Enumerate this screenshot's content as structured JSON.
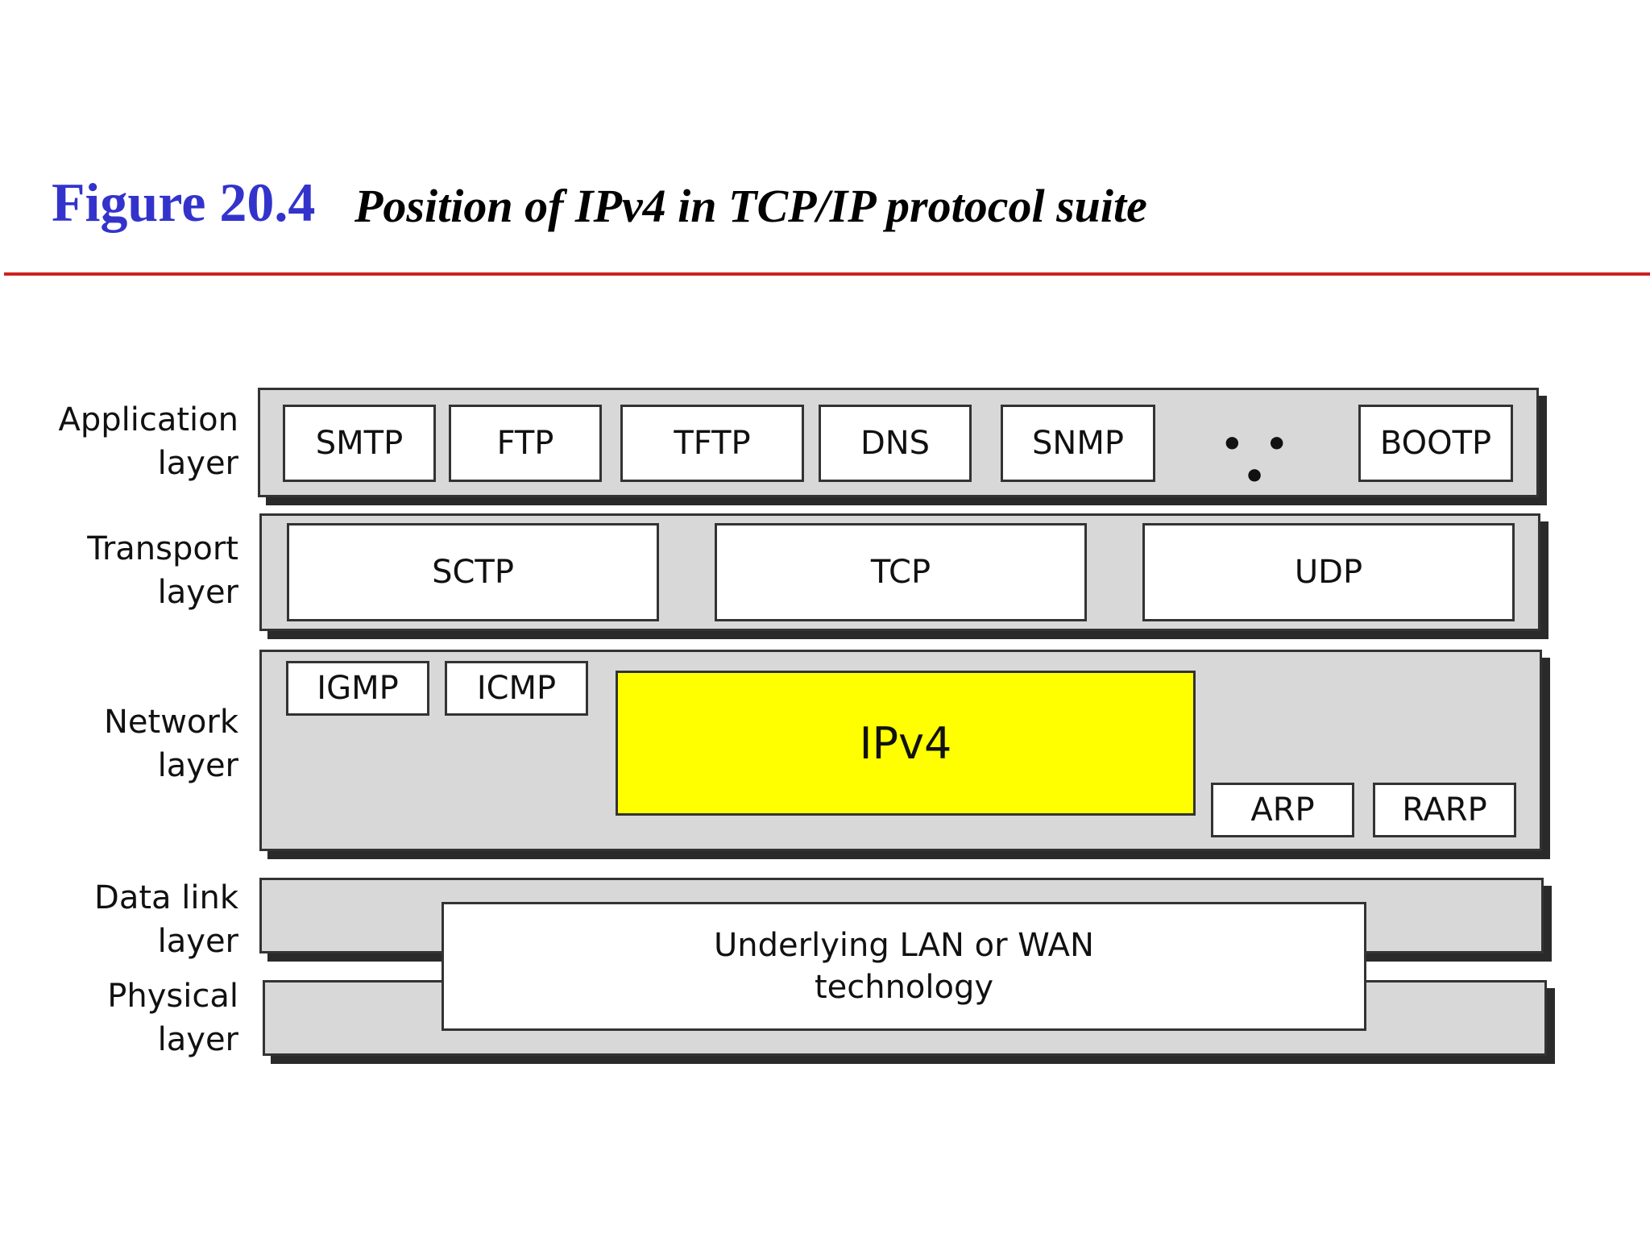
{
  "figure": {
    "number": "Figure 20.4",
    "title": "Position of IPv4 in TCP/IP protocol suite",
    "number_color": "#3333cc",
    "rule_color": "#cc2222"
  },
  "layers": {
    "application": {
      "line1": "Application",
      "line2": "layer"
    },
    "transport": {
      "line1": "Transport",
      "line2": "layer"
    },
    "network": {
      "line1": "Network",
      "line2": "layer"
    },
    "datalink": {
      "line1": "Data link",
      "line2": "layer"
    },
    "physical": {
      "line1": "Physical",
      "line2": "layer"
    }
  },
  "application_protocols": [
    "SMTP",
    "FTP",
    "TFTP",
    "DNS",
    "SNMP",
    "BOOTP"
  ],
  "application_ellipsis": "• • •",
  "transport_protocols": [
    "SCTP",
    "TCP",
    "UDP"
  ],
  "network_protocols": {
    "igmp": "IGMP",
    "icmp": "ICMP",
    "ipv4": "IPv4",
    "arp": "ARP",
    "rarp": "RARP"
  },
  "underlying": {
    "line1": "Underlying LAN or WAN",
    "line2": "technology"
  },
  "colors": {
    "band_fill": "#d8d8d8",
    "highlight": "#ffff00"
  }
}
